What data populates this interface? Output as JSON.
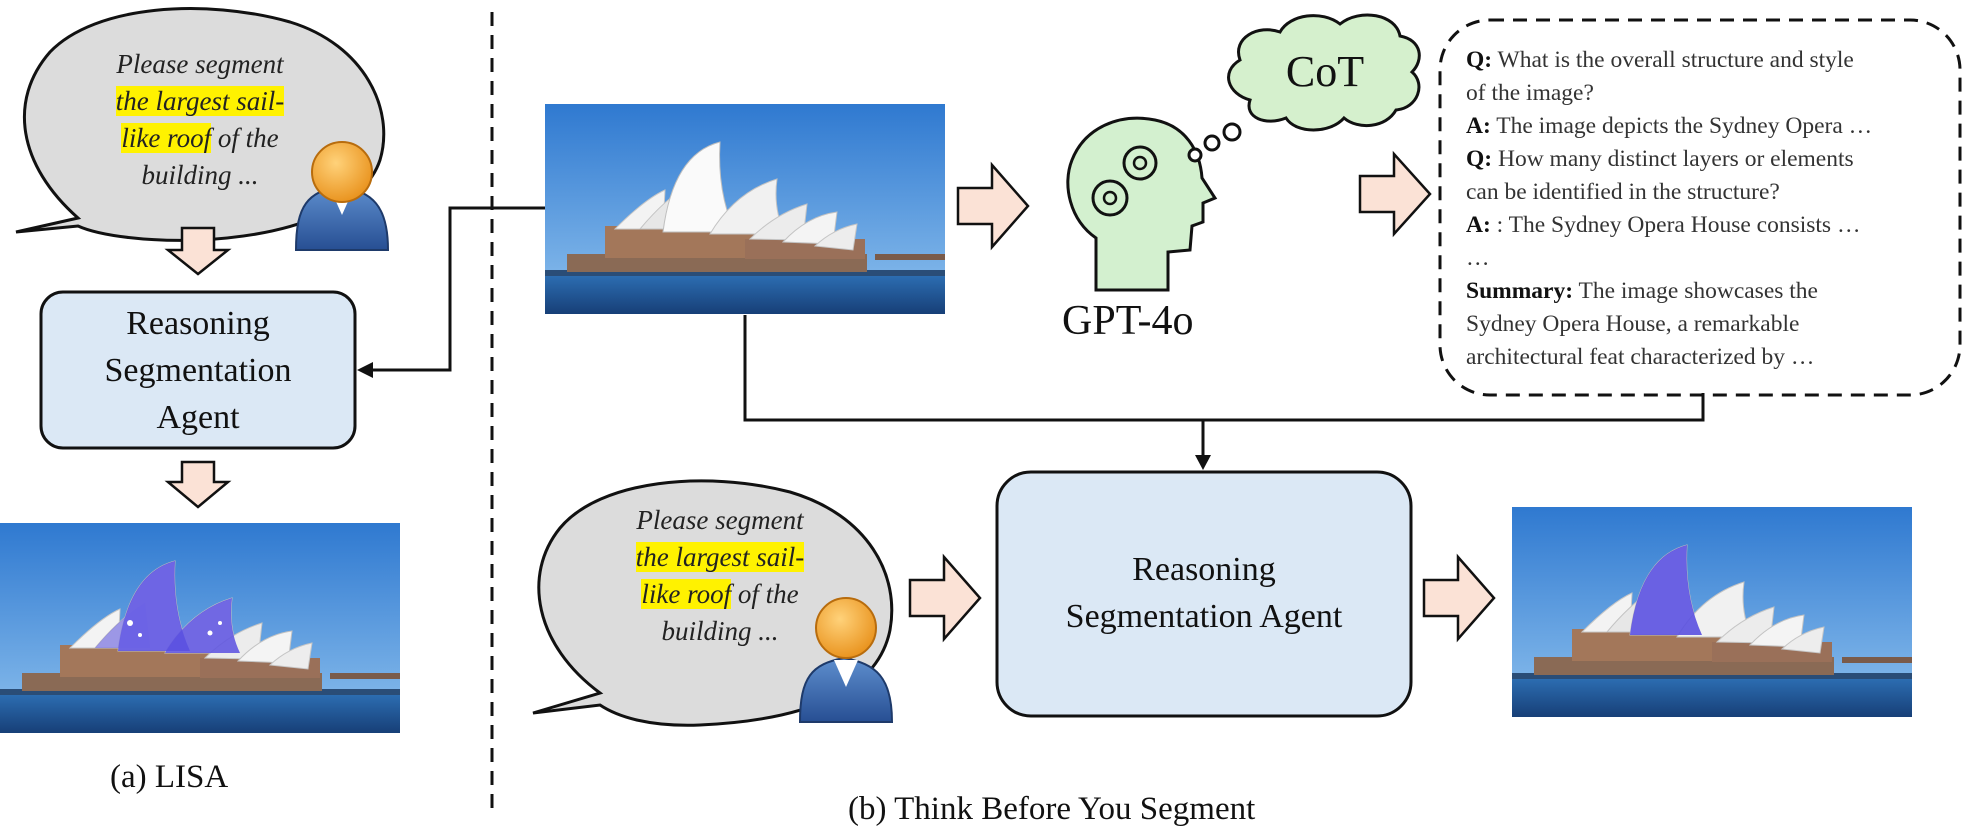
{
  "lisa": {
    "prompt": {
      "line1": "Please segment",
      "highlight1": "the largest sail-",
      "highlight2": "like roof",
      "line3_rest": " of the",
      "line4": "building ..."
    },
    "agent_line1": "Reasoning",
    "agent_line2": "Segmentation",
    "agent_line3": "Agent",
    "caption": "(a) LISA"
  },
  "tbys": {
    "prompt": {
      "line1": "Please segment",
      "highlight1": "the largest sail-",
      "highlight2": "like roof",
      "line3_rest": " of the",
      "line4": "building ..."
    },
    "model_label": "GPT-4o",
    "cot_label": "CoT",
    "qa": {
      "q1_label": "Q:",
      "q1_line1": " What is the overall structure and style",
      "q1_line2": "of the image?",
      "a1_label": "A:",
      "a1_text": " The image depicts the Sydney Opera …",
      "q2_label": "Q:",
      "q2_line1": " How many distinct layers or elements",
      "q2_line2": "can be identified in the structure?",
      "a2_label": "A:",
      "a2_text": " : The Sydney Opera House consists …",
      "ellipsis": "…",
      "summary_label": "Summary:",
      "summary_line1": " The image showcases the",
      "summary_line2": "Sydney Opera House, a remarkable",
      "summary_line3": "architectural feat characterized by …"
    },
    "agent_line1": "Reasoning",
    "agent_line2": "Segmentation Agent",
    "caption": "(b) Think Before You Segment"
  },
  "colors": {
    "bubble_fill": "#dcdcdc",
    "agent_fill": "#dbe8f5",
    "arrow_fill": "#fbe2d6",
    "cot_fill": "#d5f0cd",
    "head_fill": "#d3f0cf",
    "highlight": "#fff200",
    "mask_blue": "#5a50e0"
  },
  "icons": {
    "user": "user-avatar-icon",
    "head": "head-gears-icon"
  }
}
